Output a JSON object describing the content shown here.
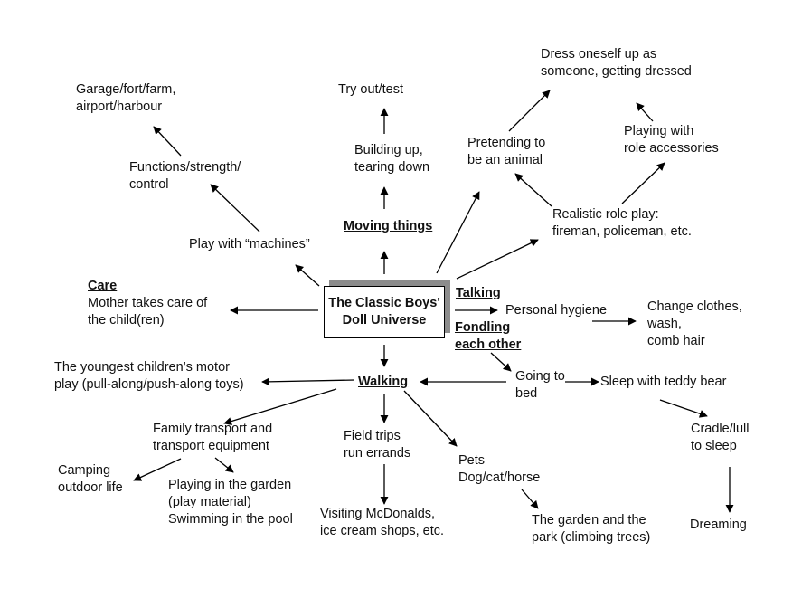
{
  "center": {
    "line1": "The Classic Boys'",
    "line2": "Doll Universe"
  },
  "nodes": {
    "garage": [
      "Garage/fort/farm,",
      "airport/harbour"
    ],
    "functions": [
      "Functions/strength/",
      "control"
    ],
    "machines": [
      "Play with “machines”"
    ],
    "try_out": [
      "Try out/test"
    ],
    "building": [
      "Building up,",
      "tearing down"
    ],
    "moving_things": [
      "Moving things"
    ],
    "dress_up": [
      "Dress oneself up as",
      "someone, getting dressed"
    ],
    "animal": [
      "Pretending to",
      "be an animal"
    ],
    "role_accessories": [
      "Playing with",
      "role accessories"
    ],
    "realistic": [
      "Realistic role play:",
      "fireman, policeman, etc."
    ],
    "care_title": [
      "Care"
    ],
    "care_text": [
      "Mother takes care of",
      "the child(ren)"
    ],
    "talking": [
      "Talking"
    ],
    "hygiene": [
      "Personal hygiene"
    ],
    "change_clothes": [
      "Change clothes,",
      "wash,",
      "comb hair"
    ],
    "fondling": [
      "Fondling",
      "each other"
    ],
    "youngest": [
      "The youngest children’s motor",
      "play (pull-along/push-along toys)"
    ],
    "walking": [
      "Walking"
    ],
    "going_to_bed": [
      "Going to",
      "bed"
    ],
    "teddy": [
      "Sleep with teddy bear"
    ],
    "family_transport": [
      "Family transport and",
      "transport equipment"
    ],
    "field_trips": [
      "Field trips",
      "run errands"
    ],
    "pets": [
      "Pets",
      "Dog/cat/horse"
    ],
    "cradle": [
      "Cradle/lull",
      "to sleep"
    ],
    "camping": [
      "Camping",
      "outdoor life"
    ],
    "garden_play": [
      "Playing in the garden",
      "(play material)",
      "Swimming in the pool"
    ],
    "mcdonalds": [
      "Visiting McDonalds,",
      "ice cream shops, etc."
    ],
    "garden_park": [
      "The garden and the",
      "park (climbing trees)"
    ],
    "dreaming": [
      "Dreaming"
    ]
  }
}
